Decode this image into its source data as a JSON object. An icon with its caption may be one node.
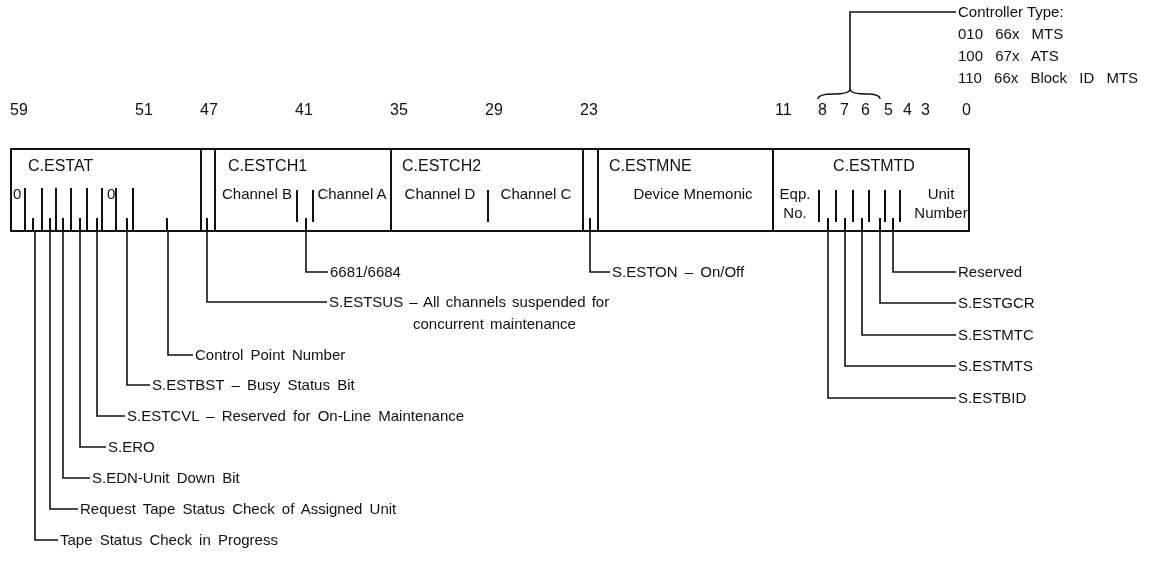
{
  "diagram": {
    "nodes": [
      {
        "text": [
          "Controller Type:",
          "010 66x MTS",
          "100 67x ATS",
          "110 66x Block ID MTS"
        ]
      },
      {
        "text": [
          "C.ESTAT",
          "0",
          "0"
        ]
      },
      {
        "text": [],
        "shape": "box"
      },
      {
        "text": [
          "C.ESTCH1",
          "Channel B",
          "Channel A"
        ]
      },
      {
        "text": [
          "C.ESTCH2",
          "Channel D",
          "Channel C"
        ]
      },
      {
        "text": [],
        "shape": "box"
      },
      {
        "text": [
          "C.ESTMNE",
          "Device Mnemonic"
        ]
      },
      {
        "text": [
          "C.ESTMTD",
          "Eqp. No.",
          "Unit Number"
        ]
      },
      {
        "text": [
          "6681/6684"
        ]
      },
      {
        "text": [
          "S.ESTON – On/Off"
        ]
      },
      {
        "text": [
          "Reserved"
        ]
      },
      {
        "text": [
          "S.ESTSUS – All channels suspended for concurrent maintenance"
        ]
      },
      {
        "text": [
          "S.ESTGCR"
        ]
      },
      {
        "text": [
          "Control Point Number"
        ]
      },
      {
        "text": [
          "S.ESTMTC"
        ]
      },
      {
        "text": [
          "S.ESTBST – Busy Status Bit"
        ]
      },
      {
        "text": [
          "S.ESTMTS"
        ]
      },
      {
        "text": [
          "S.ESTCVL – Reserved for On-Line Maintenance"
        ]
      },
      {
        "text": [
          "S.ESTBID"
        ]
      },
      {
        "text": [
          "S.ERO"
        ]
      },
      {
        "text": [
          "S.EDN-Unit Down Bit"
        ]
      },
      {
        "text": [
          "Request Tape Status Check of Assigned Unit"
        ]
      },
      {
        "text": [
          "Tape Status Check in Progress"
        ]
      }
    ],
    "edges": [
      {
        "from": 0,
        "to": null,
        "arrow": "none"
      },
      {
        "from": 8,
        "to": 3,
        "arrow": "none"
      },
      {
        "from": 9,
        "to": 5,
        "arrow": "none"
      },
      {
        "from": 10,
        "to": 7,
        "arrow": "none"
      },
      {
        "from": 11,
        "to": 2,
        "arrow": "none"
      },
      {
        "from": 12,
        "to": 7,
        "arrow": "none"
      },
      {
        "from": 13,
        "to": 1,
        "arrow": "none"
      },
      {
        "from": 14,
        "to": 7,
        "arrow": "none"
      },
      {
        "from": 15,
        "to": 1,
        "arrow": "none"
      },
      {
        "from": 16,
        "to": 7,
        "arrow": "none"
      },
      {
        "from": 17,
        "to": 1,
        "arrow": "none"
      },
      {
        "from": 18,
        "to": 7,
        "arrow": "none"
      },
      {
        "from": 19,
        "to": 1,
        "arrow": "none"
      },
      {
        "from": 20,
        "to": 1,
        "arrow": "none"
      },
      {
        "from": 21,
        "to": 1,
        "arrow": "none"
      },
      {
        "from": 22,
        "to": 1,
        "arrow": "none"
      }
    ],
    "labels": [
      "59",
      "51",
      "47",
      "41",
      "35",
      "29",
      "23",
      "11",
      "8",
      "7",
      "6",
      "5",
      "4",
      "3",
      "0"
    ]
  }
}
